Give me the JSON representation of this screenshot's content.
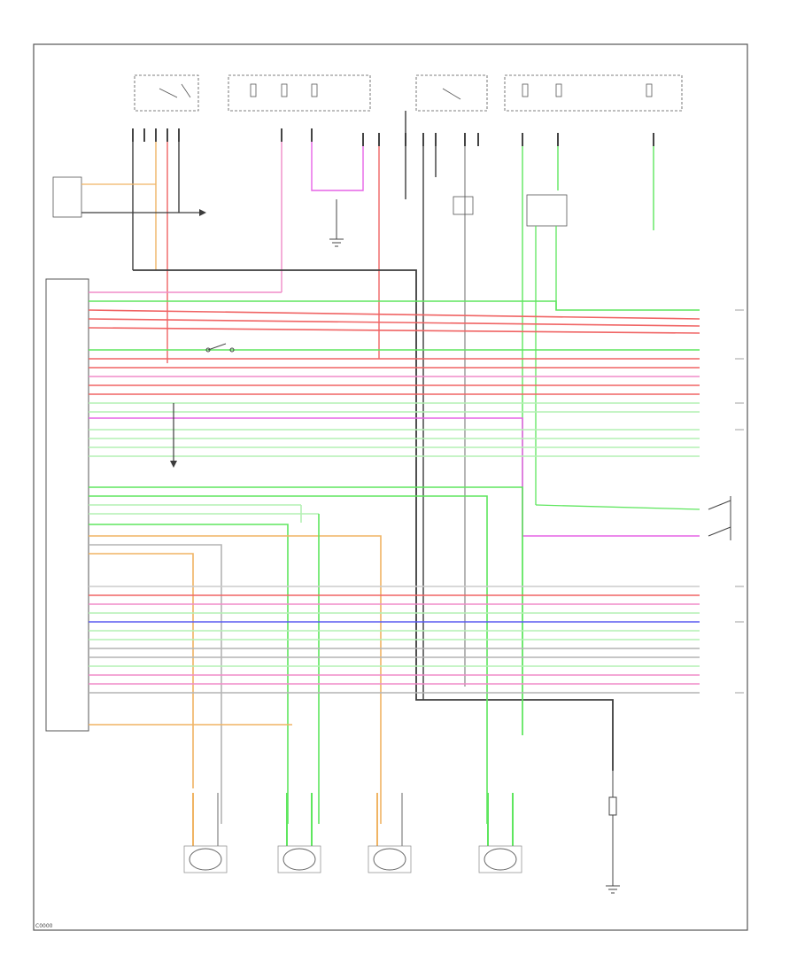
{
  "frame_label": "C0000",
  "wire_colors": {
    "pink": "#f08cc8",
    "green": "#5ee65e",
    "light_green": "#b4f0b4",
    "red": "#f06464",
    "orange": "#f0b464",
    "blue": "#5a5af0",
    "gray": "#969696",
    "black": "#3c3c3c",
    "magenta": "#e664e6",
    "dark_olive": "#968c3c"
  },
  "wheel_sensors": [
    {
      "id": "left-front"
    },
    {
      "id": "right-rear"
    },
    {
      "id": "right-front"
    },
    {
      "id": "left-rear"
    }
  ]
}
